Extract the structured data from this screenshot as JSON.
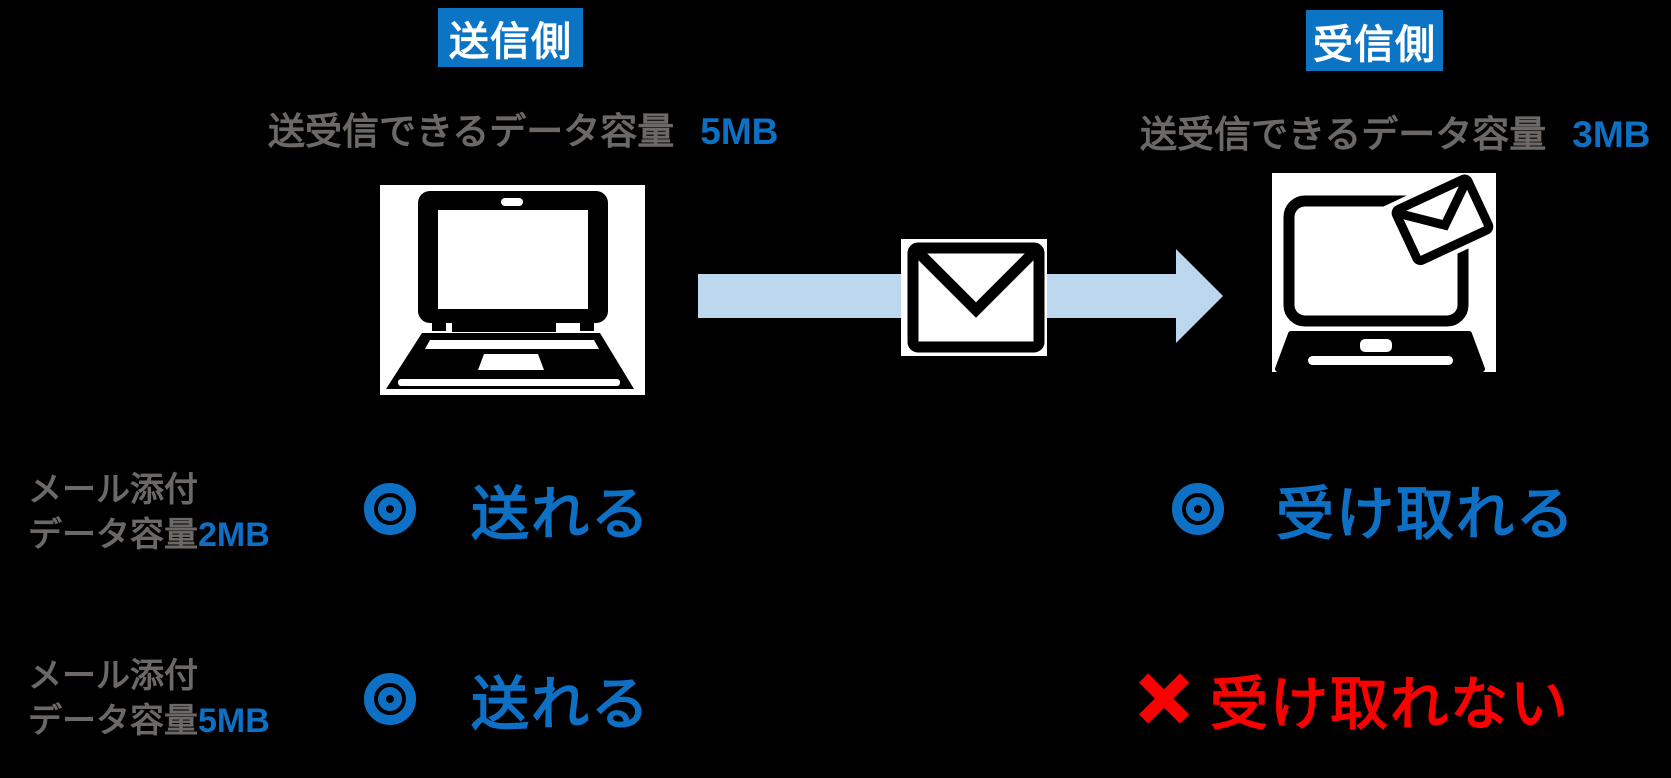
{
  "diagram": {
    "title_meaning": "Email attachment data-capacity: sender vs receiver",
    "sender": {
      "badge": "送信側",
      "caption_label": "送受信できるデータ容量",
      "caption_value": "5MB"
    },
    "receiver": {
      "badge": "受信側",
      "caption_label": "送受信できるデータ容量",
      "caption_value": "3MB"
    },
    "icons": {
      "sender_device": "laptop-icon",
      "mail": "envelope-icon",
      "flow": "arrow-right-icon",
      "receiver_device": "laptop-with-envelope-icon",
      "ok_mark": "double-circle",
      "ng_mark": "cross"
    },
    "rows": [
      {
        "label_line1": "メール添付",
        "label_line2": "データ容量",
        "label_value": "2MB",
        "sender_mark": "◎",
        "sender_result": "送れる",
        "receiver_mark": "◎",
        "receiver_result": "受け取れる",
        "receiver_status": "ok"
      },
      {
        "label_line1": "メール添付",
        "label_line2": "データ容量",
        "label_value": "5MB",
        "sender_mark": "◎",
        "sender_result": "送れる",
        "receiver_mark": "×",
        "receiver_result": "受け取れない",
        "receiver_status": "error"
      }
    ],
    "colors": {
      "background": "#000000",
      "badge_blue": "#0c74c4",
      "text_blue": "#0e70c4",
      "text_gray": "#6b6866",
      "arrow_light_blue": "#bdd7ee",
      "error_red": "#fa0000",
      "icon_bg": "#ffffff",
      "icon_fg": "#000000"
    }
  }
}
